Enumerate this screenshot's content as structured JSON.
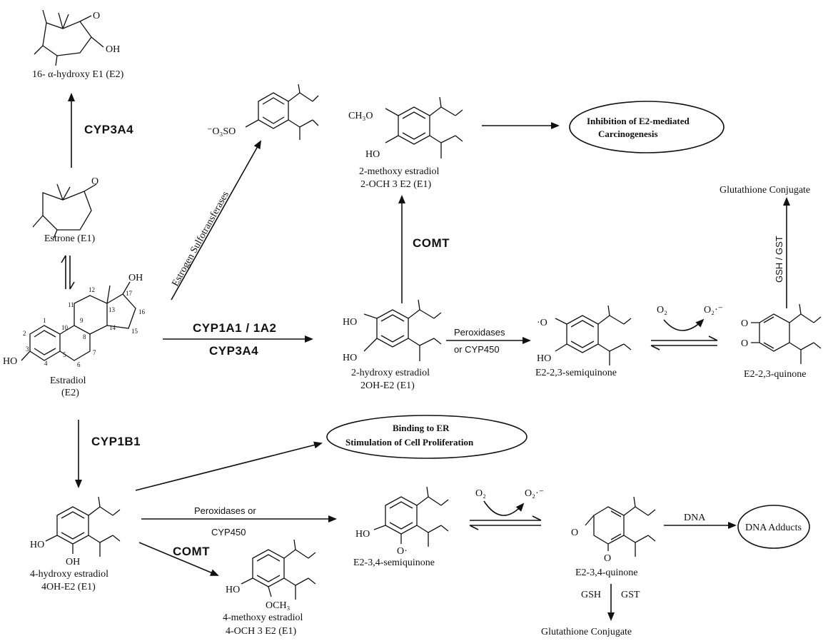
{
  "compounds": {
    "hydroxy16": "16- α-hydroxy E1 (E2)",
    "estrone": "Estrone (E1)",
    "estradiol_1": "Estradiol",
    "estradiol_2": "(E2)",
    "methoxy2_1": "2-methoxy estradiol",
    "methoxy2_2": "2-OCH 3 E2 (E1)",
    "hydroxy2_1": "2-hydroxy estradiol",
    "hydroxy2_2": "2OH-E2 (E1)",
    "semiquinone23": "E2-2,3-semiquinone",
    "quinone23": "E2-2,3-quinone",
    "hydroxy4_1": "4-hydroxy estradiol",
    "hydroxy4_2": "4OH-E2 (E1)",
    "methoxy4_1": "4-methoxy estradiol",
    "methoxy4_2": "4-OCH 3 E2 (E1)",
    "semiquinone34": "E2-3,4-semiquinone",
    "quinone34": "E2-3,4-quinone"
  },
  "atoms": {
    "oh": "OH",
    "ho": "HO",
    "o": "O",
    "ch3o": "CH₃O",
    "och3": "OCH₃",
    "so3": "⁻O₃SO",
    "o_rad": "·O",
    "o_rad2": "O·"
  },
  "numbers": [
    "1",
    "2",
    "3",
    "4",
    "5",
    "6",
    "7",
    "8",
    "9",
    "10",
    "11",
    "12",
    "13",
    "14",
    "15",
    "16",
    "17"
  ],
  "enzymes": {
    "cyp3a4_top": "CYP3A4",
    "sulfo": "Estrogen Sulfotransferases",
    "comt_top": "COMT",
    "cyp1a1": "CYP1A1 / 1A2",
    "cyp3a4_mid": "CYP3A4",
    "cyp1b1": "CYP1B1",
    "comt_bottom": "COMT",
    "gsh_gst_vert": "GSH / GST",
    "peroxidases_top_1": "Peroxidases",
    "peroxidases_top_2": "or CYP450",
    "peroxidases_bot_1": "Peroxidases or",
    "peroxidases_bot_2": "CYP450",
    "gsh": "GSH",
    "gst": "GST",
    "dna": "DNA",
    "o2": "O₂",
    "o2_rad": "O₂·⁻"
  },
  "outcomes": {
    "inhibition_1": "Inhibition of E2-mediated",
    "inhibition_2": "Carcinogenesis",
    "binding_1": "Binding to ER",
    "binding_2": "Stimulation of Cell Proliferation",
    "dna_adducts": "DNA Adducts",
    "glutathione_top": "Glutathione Conjugate",
    "glutathione_bottom": "Glutathione Conjugate"
  }
}
